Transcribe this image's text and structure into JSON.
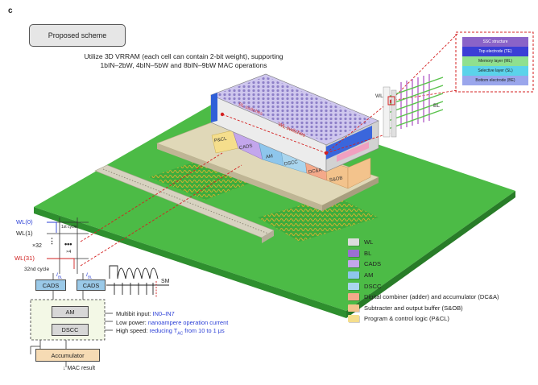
{
  "panel_label": "c",
  "title_box": "Proposed scheme",
  "description": "Utilize 3D VRRAM (each cell can contain 2-bit weight), supporting 1bIN–2bW, 4bIN–5bW and 8bIN–9bW MAC operations",
  "chip": {
    "wl_switches": "WL switches",
    "bl_switches": "BL switches",
    "blocks": [
      "P&CL",
      "CADS",
      "AM",
      "DSCC",
      "DC&A",
      "S&OB"
    ]
  },
  "stack_labels": [
    "SSC structure",
    "Top electrode (TE)",
    "Memory layer (ML)",
    "Selective layer (SL)",
    "Bottom electrode (BE)"
  ],
  "stack_colors": [
    "#8a63c8",
    "#3b3ed6",
    "#8fe08f",
    "#5bd3ea",
    "#9aa6ec"
  ],
  "pillar_labels": {
    "wl": "WL",
    "bl": "BL"
  },
  "legend": [
    {
      "label": "WL",
      "color": "#dcdcdc"
    },
    {
      "label": "BL",
      "color": "#9b6fd3"
    },
    {
      "label": "CADS",
      "color": "#c3a6ec"
    },
    {
      "label": "AM",
      "color": "#8ec6ec"
    },
    {
      "label": "DSCC",
      "color": "#a9d5ee"
    },
    {
      "label": "Digital combiner (adder) and accumulator (DC&A)",
      "color": "#f4a98a"
    },
    {
      "label": "Subtracter and output buffer (S&OB)",
      "color": "#f3c38c"
    },
    {
      "label": "Program & control logic (P&CL)",
      "color": "#f5de8c"
    }
  ],
  "circuit": {
    "wl0": "WL(0)",
    "wl1": "WL(1)",
    "wl31": "WL(31)",
    "first_cycle": "1st cycle",
    "x32": "×32",
    "x4": "×4",
    "second_cycle": "32nd cycle",
    "i_bl": "I",
    "i_sub": "BL",
    "cads_left": "CADS",
    "cads_right": "CADS",
    "sm": "SM",
    "am": "AM",
    "dscc": "DSCC",
    "accumulator": "Accumulator",
    "mac_result": "MAC result",
    "multibit_label": "Multibit input: ",
    "multibit_value": "IN0–IN7",
    "lowpower_label": "Low power: ",
    "lowpower_value": "nanoampere operation current",
    "highspeed_label": "High speed: ",
    "highspeed_value_pre": "reducing T",
    "highspeed_sub": "AC",
    "highspeed_value_post": " from 10 to 1 μs"
  }
}
